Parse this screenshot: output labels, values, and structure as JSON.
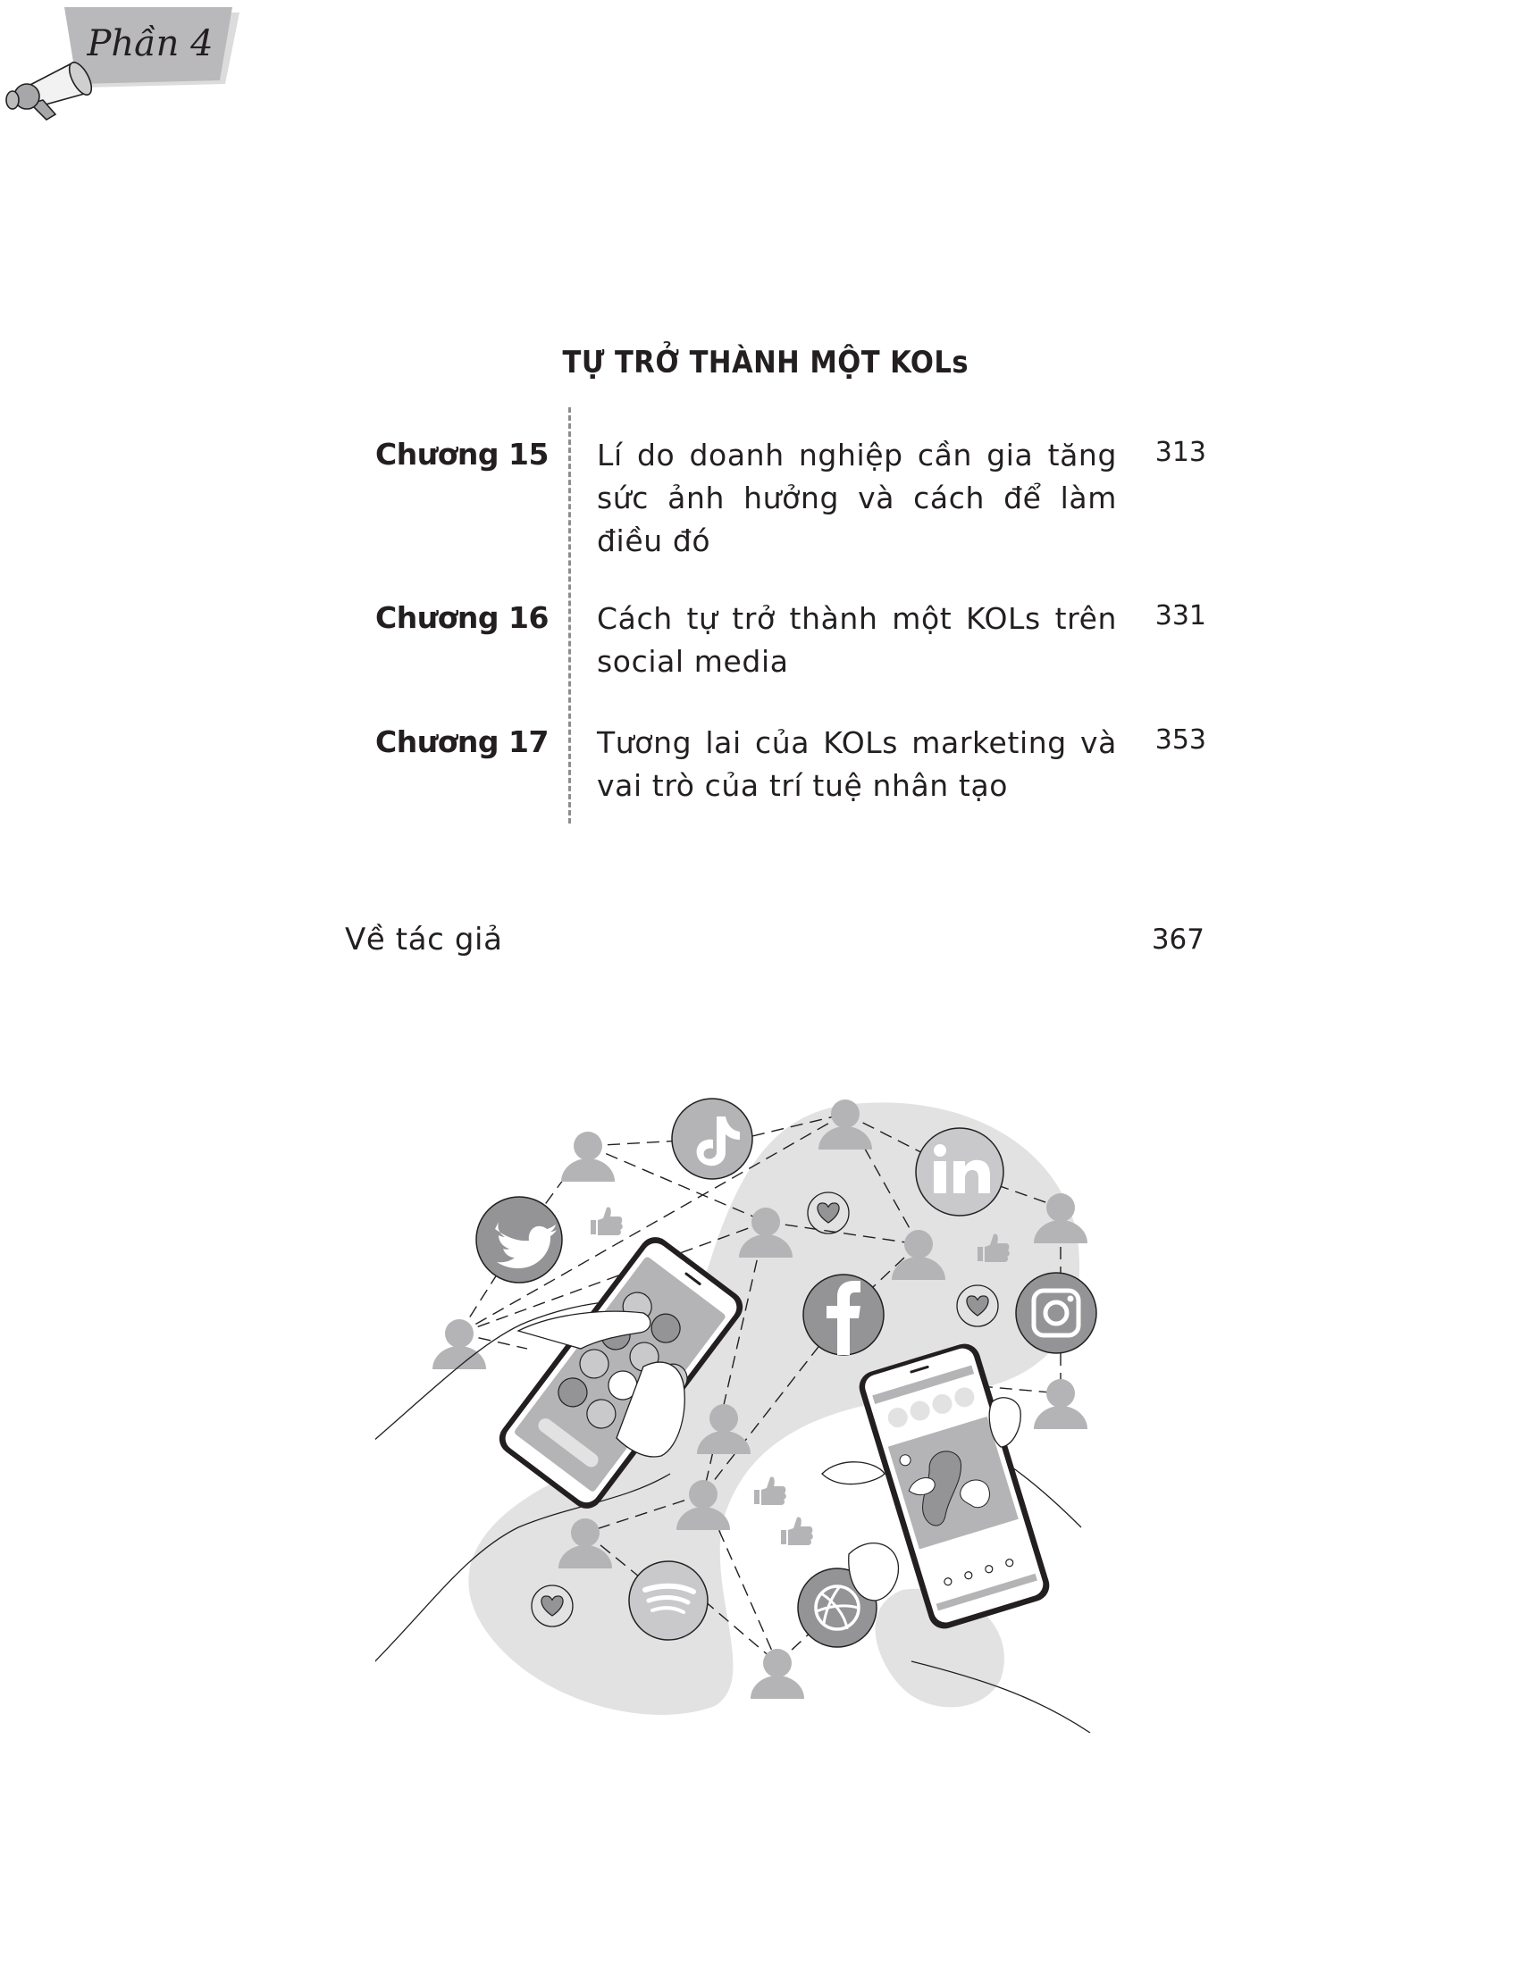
{
  "part": {
    "label": "Phần 4",
    "title": "TỰ TRỞ THÀNH MỘT KOLs",
    "badge_icon": "megaphone-icon"
  },
  "chapters": [
    {
      "label": "Chương 15",
      "title": "Lí do doanh nghiệp cần gia tăng sức ảnh hưởng và cách để làm điều đó",
      "page": "313"
    },
    {
      "label": "Chương 16",
      "title": "Cách tự trở thành một KOLs trên social media",
      "page": "331"
    },
    {
      "label": "Chương 17",
      "title": "Tương lai của KOLs marketing và vai trò của trí tuệ nhân tạo",
      "page": "353"
    }
  ],
  "about_author": {
    "label": "Về tác giả",
    "page": "367"
  },
  "illustration": {
    "subject": "Hands holding smartphones surrounded by social network icons",
    "icons": [
      "tiktok-icon",
      "linkedin-icon",
      "twitter-icon",
      "facebook-icon",
      "instagram-icon",
      "spotify-icon",
      "dribbble-icon",
      "heart-icon",
      "thumbs-up-icon",
      "user-icon"
    ]
  },
  "colors": {
    "text": "#231f20",
    "badge_fill": "#b9b9bb",
    "dashed_divider": "#8d8d8f",
    "blob": "#e2e2e3",
    "icon_dark": "#949496",
    "icon_mid": "#b4b4b6",
    "icon_light": "#c9c9cb"
  }
}
